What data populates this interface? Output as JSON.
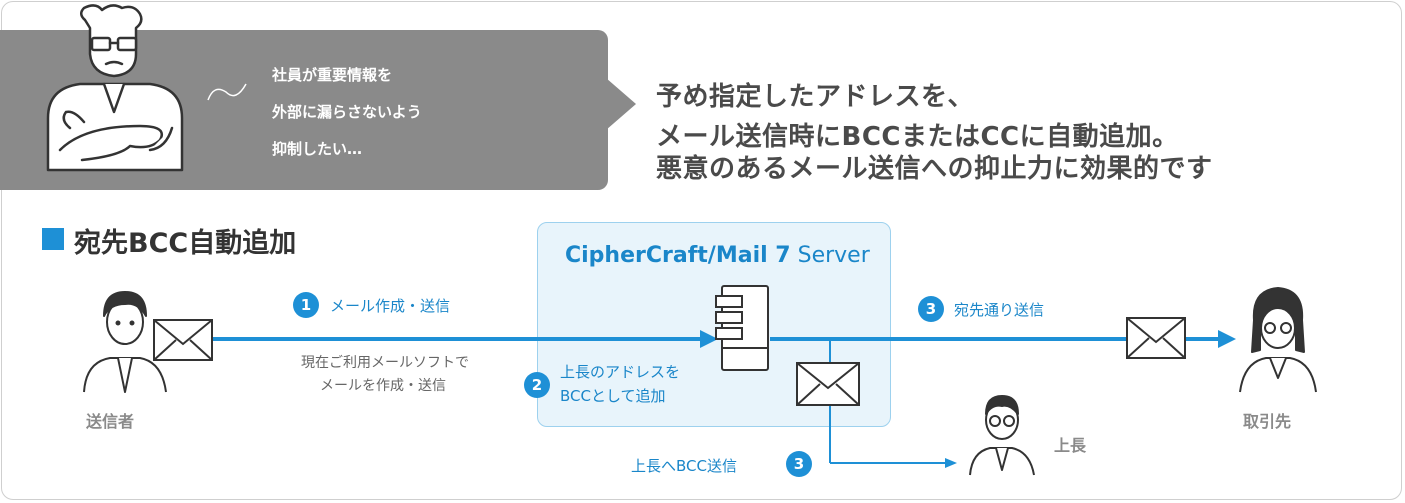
{
  "bubble": {
    "lines": [
      "社員が重要情報を",
      "外部に漏らさないよう",
      "抑制したい…"
    ]
  },
  "headline": {
    "lines": [
      "予め指定したアドレスを、",
      "メール送信時にBCCまたはCCに自動追加。",
      "悪意のあるメール送信への抑止力に効果的です"
    ]
  },
  "section_title": "宛先BCC自動追加",
  "server": {
    "brand": "CipherCraft/Mail 7",
    "suffix": " Server"
  },
  "steps": {
    "step1": {
      "num": "1",
      "label": "メール作成・送信"
    },
    "step1_note": [
      "現在ご利用メールソフトで",
      "メールを作成・送信"
    ],
    "step2": {
      "num": "2",
      "lines": [
        "上長のアドレスを",
        "BCCとして追加"
      ]
    },
    "step3a": {
      "num": "3",
      "label": "宛先通り送信"
    },
    "step3b": {
      "num": "3",
      "label": "上長へBCC送信"
    }
  },
  "people": {
    "sender": "送信者",
    "recipient": "取引先",
    "boss": "上長"
  },
  "colors": {
    "accent": "#1e90d6",
    "band": "#8a8a8a",
    "server_bg": "#e8f4fb"
  },
  "icons": [
    "worried-man-icon",
    "envelope-icon",
    "server-icon",
    "sender-person-icon",
    "recipient-person-icon",
    "boss-person-icon"
  ]
}
